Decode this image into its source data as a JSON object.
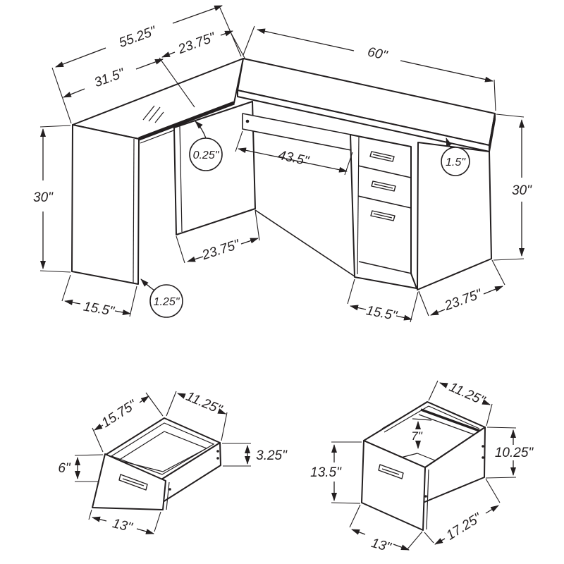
{
  "colors": {
    "line": "#231f20",
    "background": "#ffffff"
  },
  "desk_view": {
    "overall_depth": "55.25\"",
    "top_section_depth": "23.75\"",
    "return_length": "31.5\"",
    "desk_width": "60\"",
    "glass_top_inset": "0.25\"",
    "knee_space_width": "43.5\"",
    "top_thickness": "1.5\"",
    "height_right": "30\"",
    "height_left": "30\"",
    "return_panel_depth": "15.5\"",
    "panel_thickness": "1.25\"",
    "privacy_panel_width": "23.75\"",
    "pedestal_base_depth": "15.5\"",
    "side_panel_bottom_depth": "23.75\""
  },
  "small_drawer_view": {
    "depth": "15.75\"",
    "width": "11.25\"",
    "box_height": "3.25\"",
    "front_height": "6\"",
    "front_width": "13\""
  },
  "file_drawer_view": {
    "width": "11.25\"",
    "rail_height": "7\"",
    "box_height": "10.25\"",
    "front_height": "13.5\"",
    "depth": "17.25\"",
    "front_width": "13\""
  }
}
